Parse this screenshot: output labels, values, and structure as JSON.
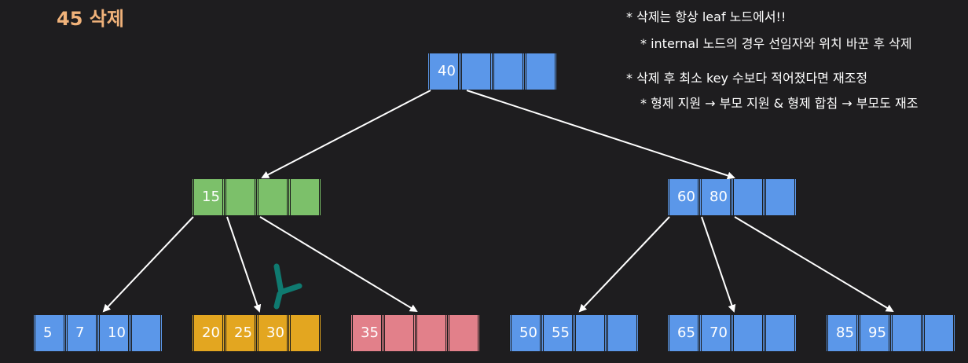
{
  "title": "45 삭제",
  "notes": [
    "* 삭제는 항상 leaf 노드에서!!",
    "* internal 노드의 경우 선임자와 위치 바꾼 후 삭제",
    "* 삭제 후 최소 key 수보다 적어졌다면 재조정",
    "* 형제 지원 → 부모 지원 & 형제 합침 → 부모도 재조"
  ],
  "colors": {
    "background": "#1e1d1f",
    "title": "#f0b27a",
    "node_default": "#5b97e9",
    "node_highlight_parent": "#7cc06a",
    "node_target": "#e3a620",
    "node_sibling": "#e2808a",
    "pointer_arrow": "#0f7a70"
  },
  "tree": {
    "root": {
      "keys": [
        "40",
        "",
        "",
        ""
      ],
      "color": "blue"
    },
    "internal": [
      {
        "keys": [
          "15",
          "",
          "",
          ""
        ],
        "color": "green"
      },
      {
        "keys": [
          "60",
          "80",
          "",
          ""
        ],
        "color": "blue"
      }
    ],
    "leaves": [
      {
        "keys": [
          "5",
          "7",
          "10",
          ""
        ],
        "color": "blue"
      },
      {
        "keys": [
          "20",
          "25",
          "30",
          ""
        ],
        "color": "orange"
      },
      {
        "keys": [
          "35",
          "",
          "",
          ""
        ],
        "color": "pink"
      },
      {
        "keys": [
          "50",
          "55",
          "",
          ""
        ],
        "color": "blue"
      },
      {
        "keys": [
          "65",
          "70",
          "",
          ""
        ],
        "color": "blue"
      },
      {
        "keys": [
          "85",
          "95",
          "",
          ""
        ],
        "color": "blue"
      }
    ]
  }
}
